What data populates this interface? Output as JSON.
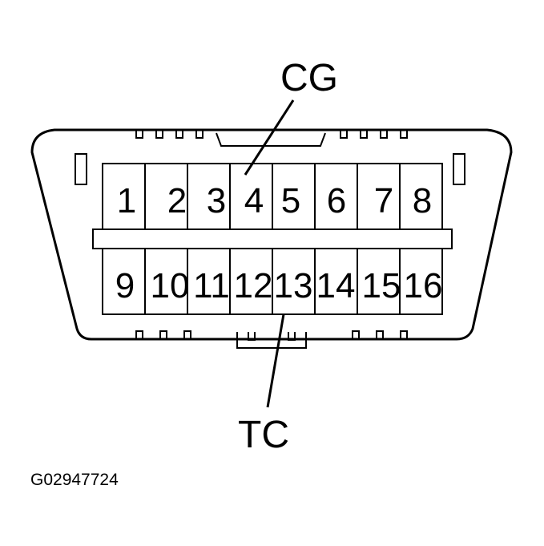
{
  "connector": {
    "top_row_pins": [
      "1",
      "2",
      "3",
      "4",
      "5",
      "6",
      "7",
      "8"
    ],
    "bottom_row_pins": [
      "9",
      "10",
      "11",
      "12",
      "13",
      "14",
      "15",
      "16"
    ]
  },
  "callouts": {
    "cg": {
      "label": "CG",
      "pin": "4"
    },
    "tc": {
      "label": "TC",
      "pin": "13"
    }
  },
  "figure_id": "G02947724",
  "colors": {
    "line": "#000000",
    "background": "#ffffff",
    "pin_face": "#ffffff"
  }
}
